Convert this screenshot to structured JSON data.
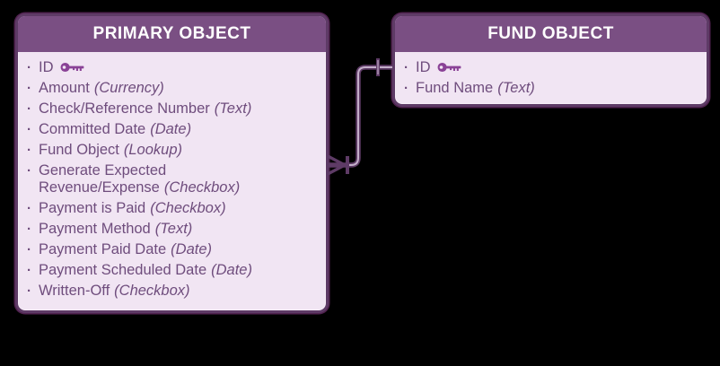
{
  "page": {
    "background": "#000000"
  },
  "colors": {
    "header_bg": "#7a4f83",
    "header_text": "#ffffff",
    "body_bg": "#f1e5f3",
    "field_text": "#6f4d7d",
    "border": "#5e3b66",
    "key_icon": "#8a4296",
    "connector": "#5e3b66",
    "connector_inner": "#c3aec9",
    "outer_glow": "#c756c5",
    "page_bg": "#000000"
  },
  "ui": {
    "bullet": "·"
  },
  "entities": [
    {
      "title": "PRIMARY OBJECT",
      "fields": [
        {
          "name": "ID",
          "type": "",
          "key": true
        },
        {
          "name": "Amount",
          "type": "(Currency)",
          "key": false
        },
        {
          "name": "Check/Reference Number",
          "type": "(Text)",
          "key": false
        },
        {
          "name": "Committed Date",
          "type": "(Date)",
          "key": false
        },
        {
          "name": "Fund Object",
          "type": "(Lookup)",
          "key": false
        },
        {
          "name": "Generate Expected Revenue/Expense",
          "type": "(Checkbox)",
          "key": false
        },
        {
          "name": "Payment is Paid",
          "type": "(Checkbox)",
          "key": false
        },
        {
          "name": "Payment Method",
          "type": "(Text)",
          "key": false
        },
        {
          "name": "Payment Paid Date",
          "type": "(Date)",
          "key": false
        },
        {
          "name": "Payment Scheduled Date",
          "type": "(Date)",
          "key": false
        },
        {
          "name": "Written-Off",
          "type": "(Checkbox)",
          "key": false
        }
      ]
    },
    {
      "title": "FUND OBJECT",
      "fields": [
        {
          "name": "ID",
          "type": "",
          "key": true
        },
        {
          "name": "Fund Name",
          "type": "(Text)",
          "key": false
        }
      ]
    }
  ],
  "relationship": {
    "from_entity": "PRIMARY OBJECT",
    "from_field": "Fund Object",
    "from_cardinality": "many",
    "to_entity": "FUND OBJECT",
    "to_field": "ID",
    "to_cardinality": "one"
  },
  "icons": {
    "key": "key-icon",
    "many_marker": "crow-foot-many-icon",
    "one_marker": "one-tick-icon"
  }
}
